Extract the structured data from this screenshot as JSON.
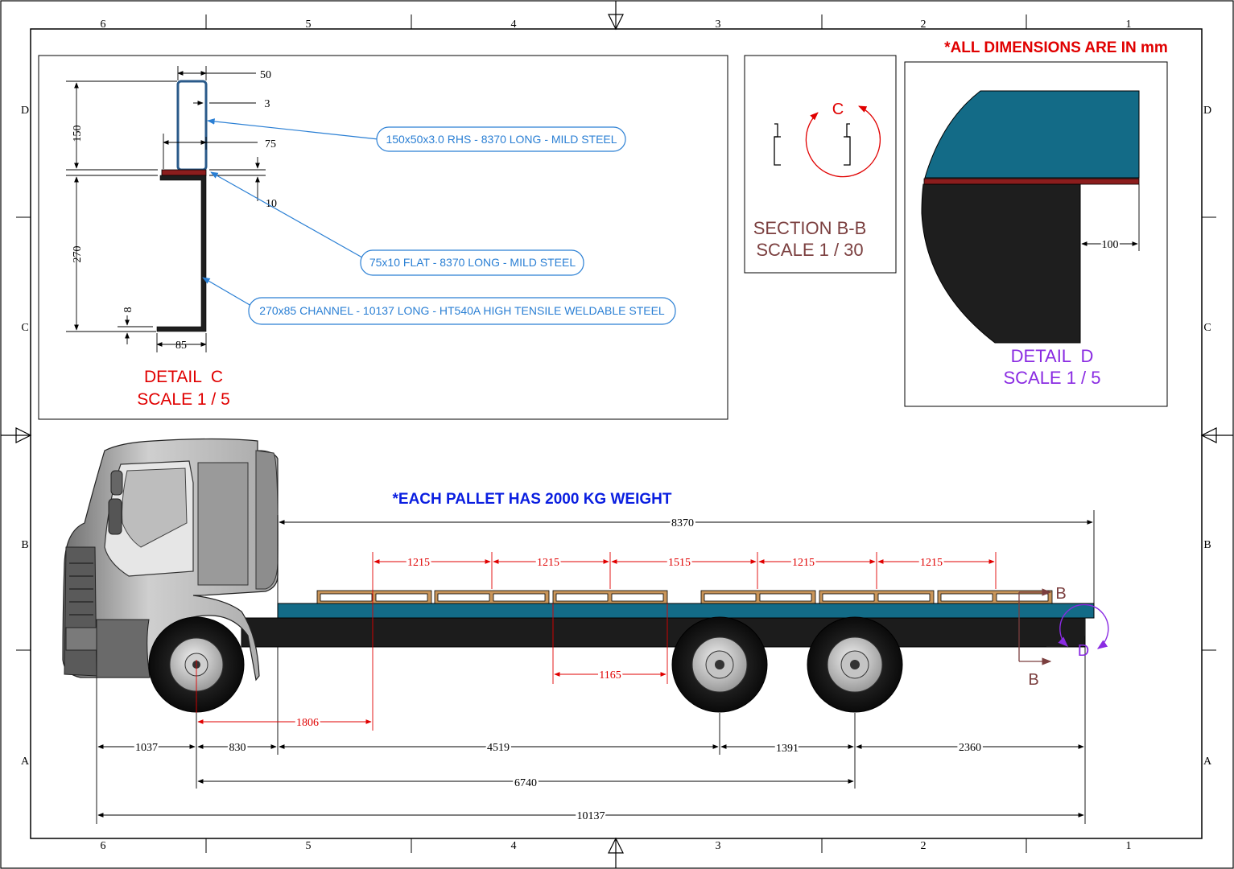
{
  "border": {
    "columns": [
      "6",
      "5",
      "4",
      "3",
      "2",
      "1"
    ],
    "rows": [
      "D",
      "C",
      "B",
      "A"
    ]
  },
  "notes": {
    "dimensions_note": "*ALL DIMENSIONS ARE IN mm",
    "pallet_note": "*EACH PALLET HAS 2000 KG WEIGHT"
  },
  "detail_c": {
    "title": "DETAIL  C",
    "scale": "SCALE 1 / 5",
    "dims": {
      "rhs_width": "50",
      "wall": "3",
      "rhs_height": "150",
      "flat_width": "75",
      "flat_thickness": "10",
      "channel_height": "270",
      "channel_thickness": "8",
      "channel_flange": "85"
    },
    "callouts": {
      "rhs": "150x50x3.0 RHS - 8370 LONG - MILD STEEL",
      "flat": "75x10 FLAT - 8370 LONG - MILD STEEL",
      "channel": "270x85 CHANNEL - 10137 LONG -  HT540A HIGH TENSILE WELDABLE STEEL"
    }
  },
  "section_bb": {
    "marker": "C",
    "title": "SECTION B-B",
    "scale": "SCALE 1 / 30"
  },
  "detail_d": {
    "title": "DETAIL  D",
    "scale": "SCALE 1 / 5",
    "dim": "100"
  },
  "truck": {
    "deck_length": "8370",
    "pallet_spacings": [
      "1215",
      "1215",
      "1515",
      "1215",
      "1215"
    ],
    "pallet_gap": "1165",
    "front_axle_to_first_pallet": "1806",
    "chain": [
      "1037",
      "830",
      "4519",
      "1391",
      "2360"
    ],
    "wheelbase": "6740",
    "overall_length": "10137",
    "section_label": "B",
    "detail_label": "D"
  },
  "colors": {
    "deck": "#136b87",
    "chassis": "#1a1a1a",
    "flat_bar": "#8b1d1d",
    "leader": "#2a7fd4",
    "dim_red": "#e00000",
    "detail_purple": "#8a2be2",
    "section_brown": "#7b3f3f"
  }
}
